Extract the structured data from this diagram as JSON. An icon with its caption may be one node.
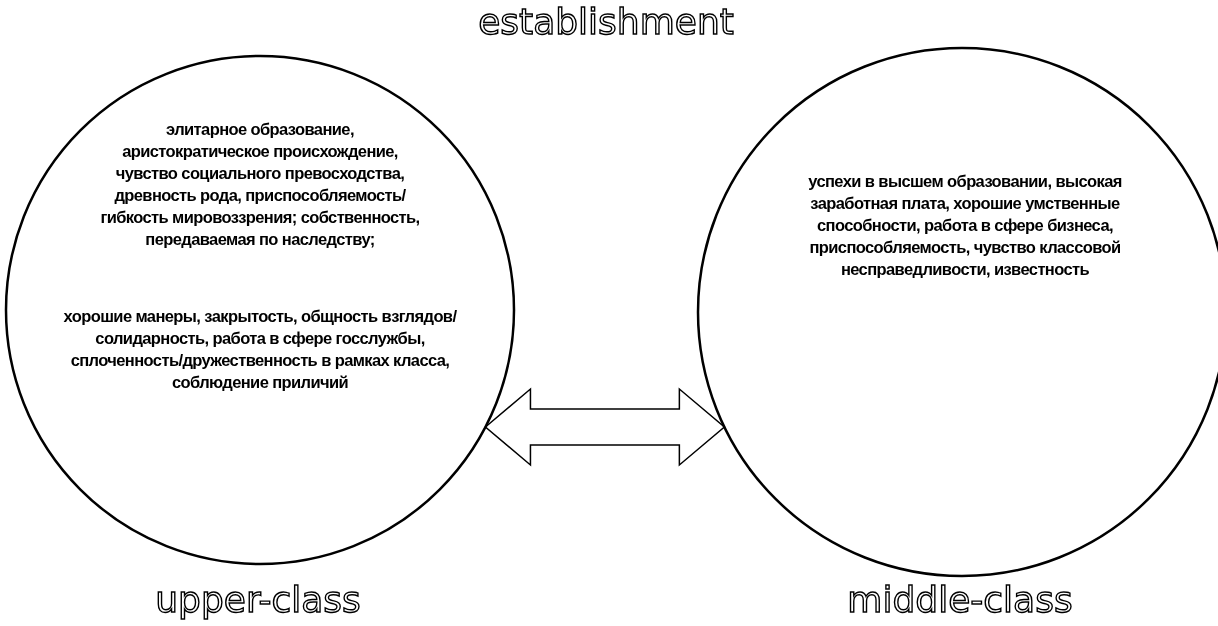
{
  "diagram": {
    "nodes": [
      {
        "text": [
          "элитарное образование, аристократическое происхождение, чувство социального превосходства, древность рода, приспособляемость/гибкость мировоззрения; собственность, передаваемая по наследству;",
          "хорошие манеры, закрытость, общность взглядов/солидарность, работа в сфере госслужбы, сплоченность/дружественность в рамках класса, соблюдение приличий"
        ],
        "beside": [
          "upper-class"
        ]
      },
      {
        "text": [
          "успехи в высшем образовании, высокая заработная плата, хорошие умственные способности, работа в сфере бизнеса, приспособляемость, чувство классовой несправедливости, известность"
        ],
        "beside": [
          "middle-class"
        ]
      }
    ],
    "edges": [
      {
        "from": 0,
        "to": 1,
        "arrow": "both"
      }
    ],
    "labels": [
      "establishment"
    ]
  }
}
